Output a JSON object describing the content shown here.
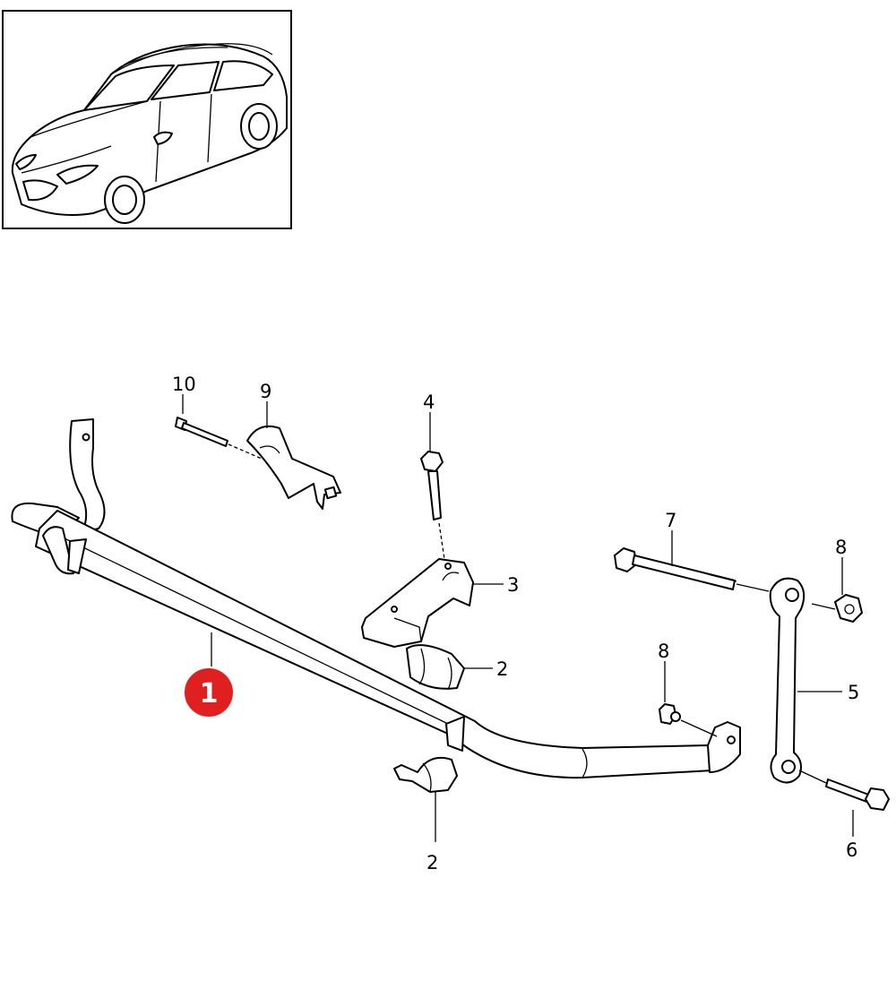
{
  "thumbnail": {
    "icon": "vehicle-overview-icon"
  },
  "highlighted_part": {
    "label": "1",
    "color": "#e02020"
  },
  "callouts": [
    {
      "id": "c10",
      "label": "10"
    },
    {
      "id": "c9",
      "label": "9"
    },
    {
      "id": "c4",
      "label": "4"
    },
    {
      "id": "c7",
      "label": "7"
    },
    {
      "id": "c8a",
      "label": "8"
    },
    {
      "id": "c3",
      "label": "3"
    },
    {
      "id": "c2a",
      "label": "2"
    },
    {
      "id": "c8b",
      "label": "8"
    },
    {
      "id": "c5",
      "label": "5"
    },
    {
      "id": "c6",
      "label": "6"
    },
    {
      "id": "c2b",
      "label": "2"
    }
  ]
}
